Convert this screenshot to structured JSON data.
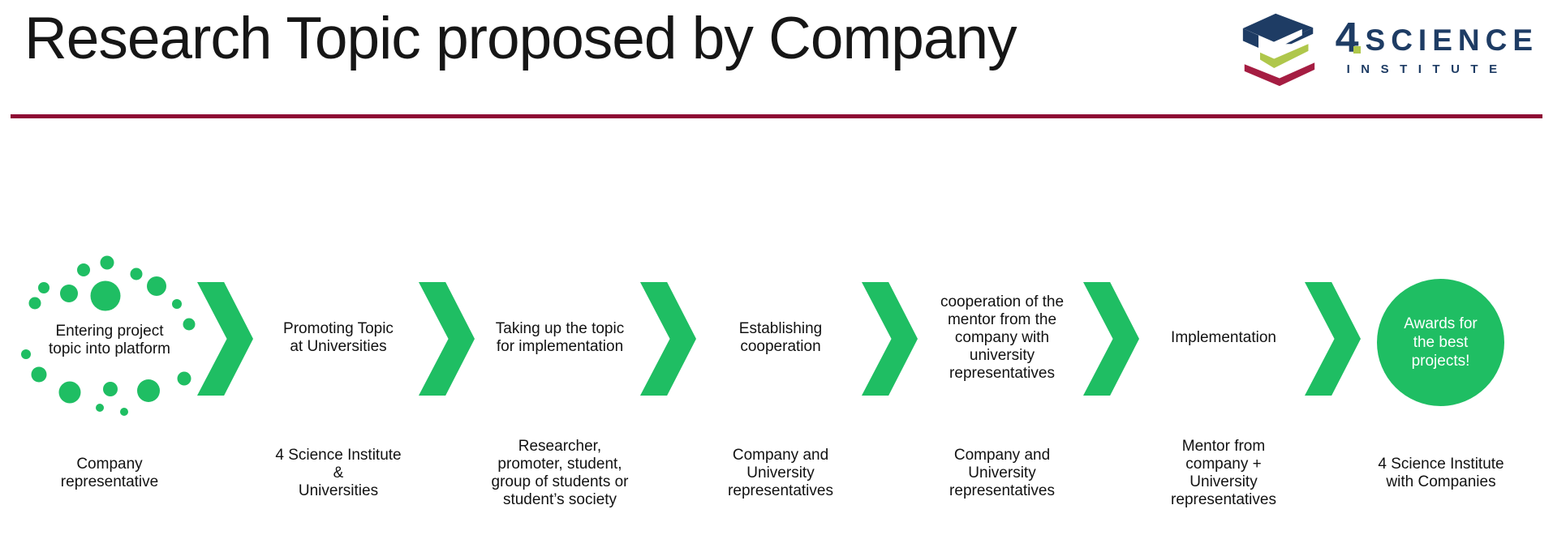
{
  "header": {
    "title": "Research Topic proposed by Company",
    "logo": {
      "number": "4",
      "name": "SCIENCE",
      "subtitle": "INSTITUTE"
    }
  },
  "colors": {
    "accent_green": "#1FBE63",
    "divider_maroon": "#8E0A34",
    "logo_navy": "#1E3C64",
    "logo_lime": "#AFC74B",
    "logo_crimson": "#A51D42"
  },
  "flow": {
    "steps": [
      {
        "shape": "dotted-circle",
        "label": "Entering project\ntopic into platform",
        "sublabel": "Company\nrepresentative"
      },
      {
        "shape": "text",
        "label": "Promoting Topic\nat Universities",
        "sublabel": "4 Science Institute\n&\nUniversities"
      },
      {
        "shape": "text",
        "label": "Taking up the topic\nfor implementation",
        "sublabel": "Researcher,\npromoter, student,\ngroup of students or\nstudent’s society"
      },
      {
        "shape": "text",
        "label": "Establishing\ncooperation",
        "sublabel": "Company and\nUniversity\nrepresentatives"
      },
      {
        "shape": "text",
        "label": "cooperation of the\nmentor from the\ncompany with\nuniversity\nrepresentatives",
        "sublabel": "Company and\nUniversity\nrepresentatives"
      },
      {
        "shape": "text",
        "label": "Implementation",
        "sublabel": "Mentor from\ncompany +\nUniversity\nrepresentatives"
      },
      {
        "shape": "solid-circle",
        "label": "Awards for\nthe best\nprojects!",
        "sublabel": "4 Science Institute\nwith Companies"
      }
    ]
  }
}
